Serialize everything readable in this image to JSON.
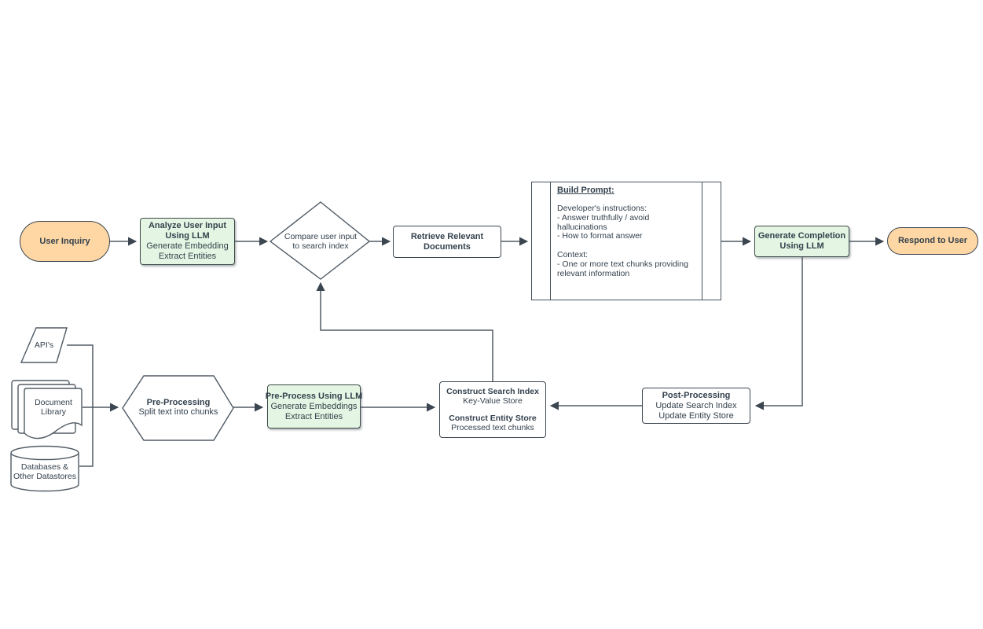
{
  "colors": {
    "terminator_fill": "#FFD7A4",
    "llm_step_fill": "#E4F6E3",
    "process_fill": "#FFFFFF",
    "shape_stroke": "#3C4650",
    "connector_stroke": "#505A64",
    "text": "#33414D"
  },
  "nodes": {
    "user_inquiry": {
      "label": "User Inquiry"
    },
    "analyze_user_input": {
      "title": "Analyze User Input\nUsing LLM",
      "line1": "Generate Embedding",
      "line2": "Extract Entities"
    },
    "compare_index": {
      "label": "Compare user input\nto search index"
    },
    "retrieve_documents": {
      "title": "Retrieve Relevant\nDocuments"
    },
    "build_prompt": {
      "heading": "Build Prompt:",
      "body": "Developer's instructions:\n- Answer truthfully / avoid hallucinations\n- How to format answer\n\nContext:\n- One or more text chunks providing relevant information"
    },
    "generate_completion": {
      "title": "Generate Completion\nUsing LLM"
    },
    "respond_to_user": {
      "label": "Respond to User"
    },
    "apis": {
      "label": "API's"
    },
    "document_library": {
      "label": "Document\nLibrary"
    },
    "databases": {
      "label": "Databases &\nOther Datastores"
    },
    "pre_processing": {
      "title": "Pre-Processing",
      "line1": "Split text into chunks"
    },
    "pre_process_llm": {
      "title": "Pre-Process Using LLM",
      "line1": "Generate Embeddings",
      "line2": "Extract Entities"
    },
    "construct_store": {
      "title1": "Construct Search Index",
      "line1": "Key-Value Store",
      "title2": "Construct Entity Store",
      "line2": "Processed text chunks"
    },
    "post_processing": {
      "title": "Post-Processing",
      "line1": "Update Search Index",
      "line2": "Update Entity Store"
    }
  }
}
